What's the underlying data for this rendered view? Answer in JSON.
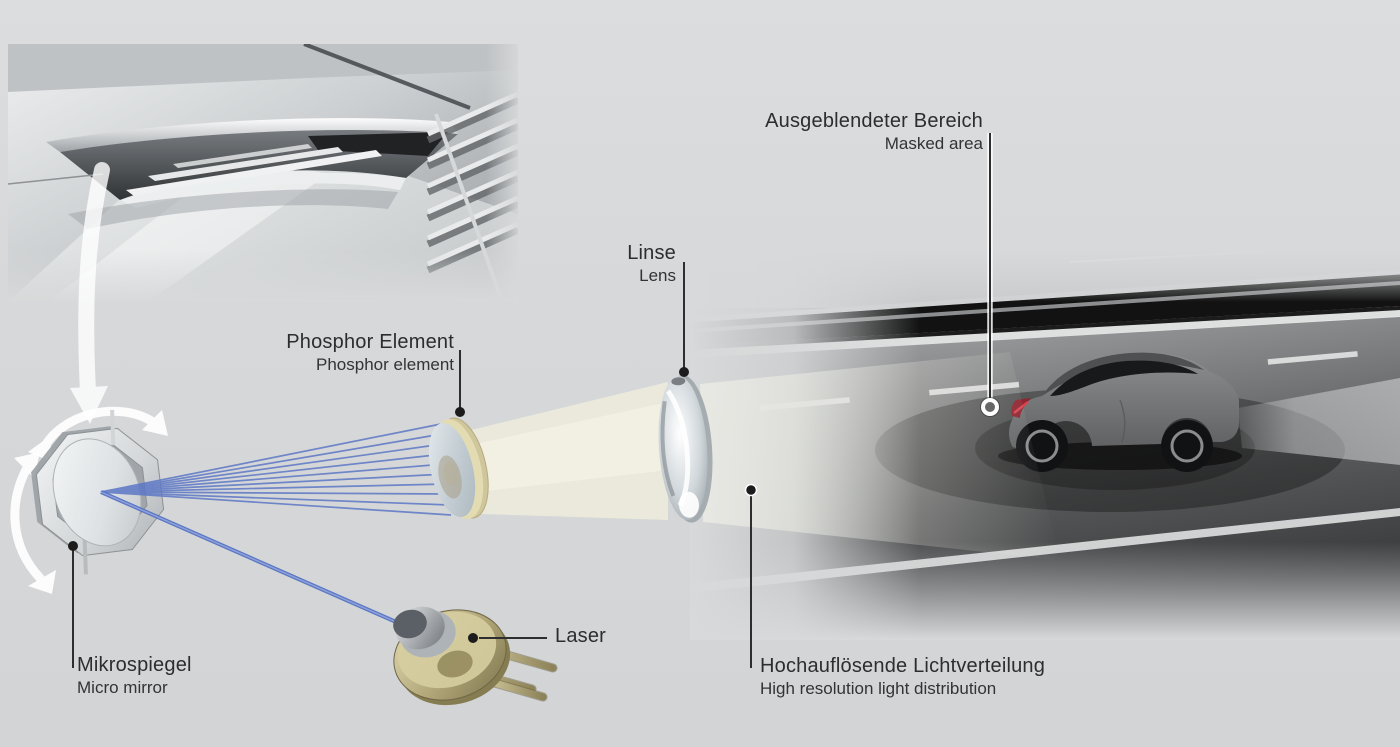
{
  "page": {
    "background": "#d7d9da",
    "description_names": {
      "inset": "headlight-closeup-inset",
      "scene": "road-scene-with-car"
    }
  },
  "labels": {
    "masked_area": {
      "de": "Ausgeblendeter Bereich",
      "en": "Masked area"
    },
    "lens": {
      "de": "Linse",
      "en": "Lens"
    },
    "phosphor_element": {
      "de": "Phosphor Element",
      "en": "Phosphor element"
    },
    "laser": {
      "de": "Laser"
    },
    "micro_mirror": {
      "de": "Mikrospiegel",
      "en": "Micro mirror"
    },
    "light_distribution": {
      "de": "Hochauflösende Lichtverteilung",
      "en": "High resolution light distribution"
    }
  },
  "colors": {
    "background": "#d7d9da",
    "label_text": "#2d2d2d",
    "leader_line": "#2e2e2e",
    "laser_beam_blue": "#5c77c5",
    "light_cone": "#edecdc",
    "phosphor_gold": "#d6cda3",
    "laser_diode_tan": "#c9bf93",
    "micro_mirror_silver": "#dfe2e4",
    "taillight_red": "#b22a35",
    "road_dark": "#3c3d3e",
    "guardrail_dark": "#121212"
  },
  "icons": {
    "down_arrow": "curved-down-arrow-icon",
    "rotation_arrows": "rotation-arrow-icon",
    "leader_dot": "leader-dot",
    "masked_area_ring": "leader-ring-icon"
  }
}
